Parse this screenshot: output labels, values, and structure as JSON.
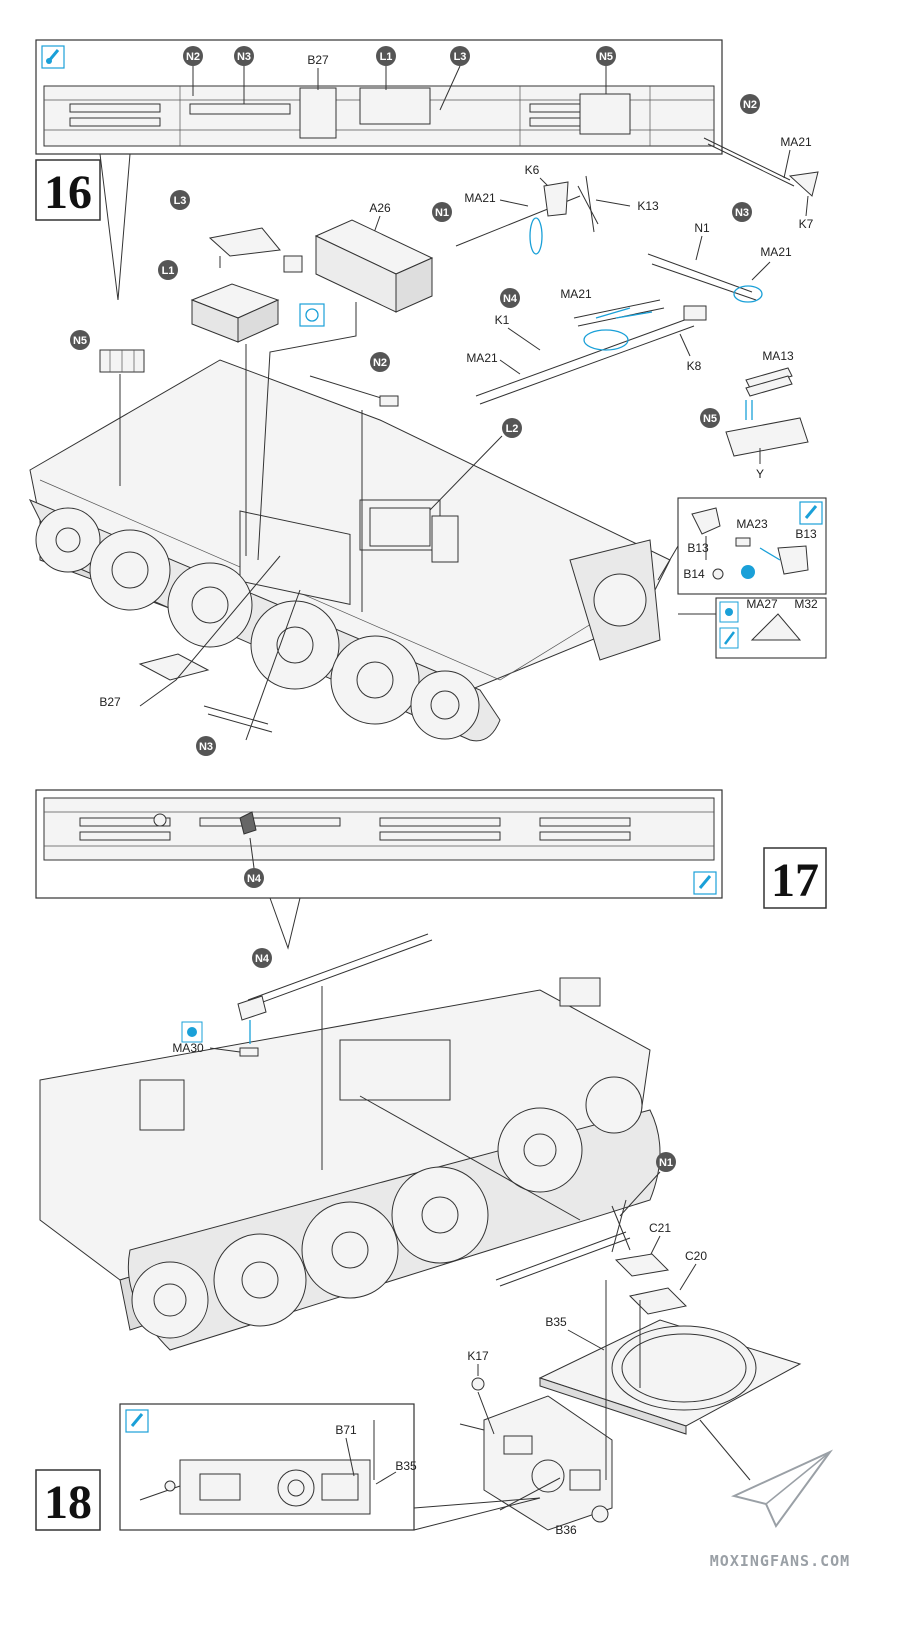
{
  "steps": {
    "s16": "16",
    "s17": "17",
    "s18": "18"
  },
  "section16": {
    "inset_labels": [
      "N2",
      "N3",
      "B27",
      "L1",
      "L3",
      "N5"
    ],
    "parts": {
      "l3": "L3",
      "l1": "L1",
      "a26": "A26",
      "n5": "N5",
      "n2": "N2",
      "l2": "L2",
      "b27": "B27",
      "n3": "N3"
    },
    "side_parts": {
      "n2": "N2",
      "ma21_a": "MA21",
      "k7": "K7",
      "n1": "N1",
      "k6": "K6",
      "ma21_b": "MA21",
      "k13": "K13",
      "n3": "N3",
      "n1b": "N1",
      "ma21_c": "MA21",
      "n4": "N4",
      "ma21_d": "MA21",
      "k1": "K1",
      "ma21_e": "MA21",
      "k8": "K8",
      "n5": "N5",
      "ma13": "MA13",
      "y": "Y"
    },
    "detail": {
      "b13a": "B13",
      "ma23": "MA23",
      "b13b": "B13",
      "b14": "B14",
      "ma27": "MA27",
      "m32": "M32"
    }
  },
  "section17": {
    "inset_label": "N4",
    "parts": {
      "n4": "N4",
      "ma30": "MA30"
    }
  },
  "section18": {
    "parts": {
      "n1": "N1",
      "c21": "C21",
      "c20": "C20",
      "k17": "K17",
      "b35": "B35",
      "b36": "B36"
    },
    "inset": {
      "b71": "B71",
      "b35": "B35"
    }
  },
  "watermark": "MOXINGFANS.COM",
  "colors": {
    "glue_blue": "#1aa0d8",
    "line": "#333333"
  },
  "icons": [
    "glue-drop-icon",
    "paint-icon",
    "both-sides-icon",
    "paper-plane-logo-icon"
  ]
}
